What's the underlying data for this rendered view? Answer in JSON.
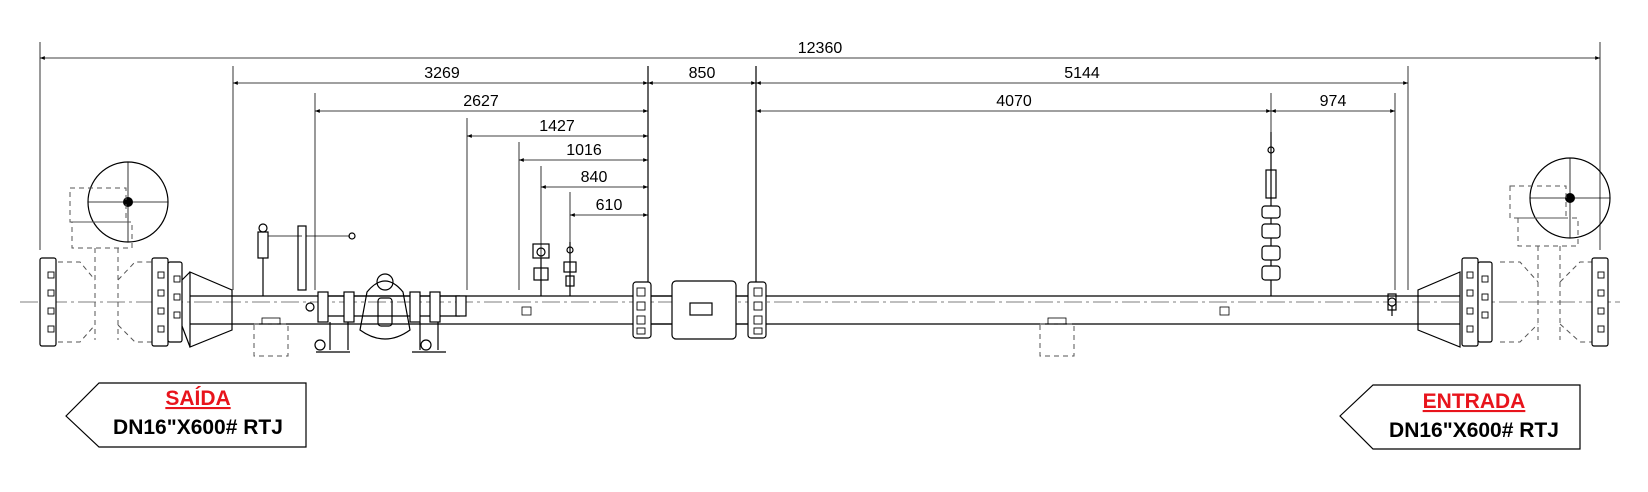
{
  "dimensions": {
    "overall": "12360",
    "d3269": "3269",
    "d850": "850",
    "d5144": "5144",
    "d2627": "2627",
    "d4070": "4070",
    "d974": "974",
    "d1427": "1427",
    "d1016": "1016",
    "d840": "840",
    "d610": "610"
  },
  "outlet": {
    "title": "SAÍDA",
    "spec": "DN16\"X600# RTJ"
  },
  "inlet": {
    "title": "ENTRADA",
    "spec": "DN16\"X600# RTJ"
  },
  "colors": {
    "line": "#000000",
    "label_title": "#e8141c",
    "hidden": "#555555"
  }
}
